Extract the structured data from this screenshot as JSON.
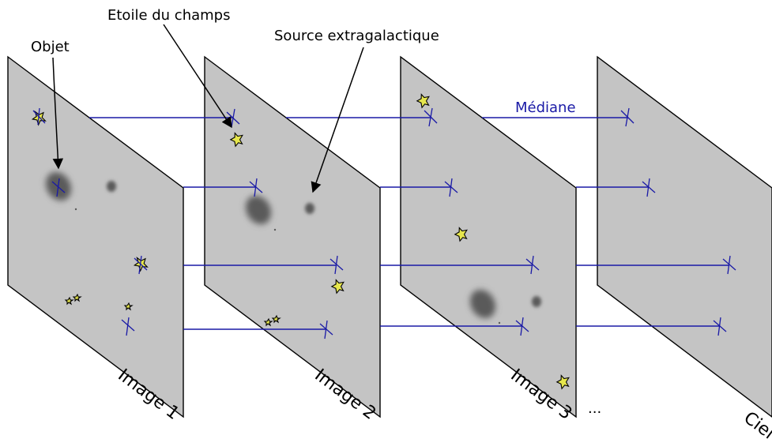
{
  "annotations": {
    "objet": "Objet",
    "etoile": "Etoile du champs",
    "source": "Source extragalactique",
    "mediane": "Médiane"
  },
  "plates": [
    {
      "label": "Image 1"
    },
    {
      "label": "Image 2"
    },
    {
      "label": "Image 3"
    },
    {
      "label": "Ciel"
    }
  ],
  "ellipsis": "...",
  "colors": {
    "plate_fill": "#c4c4c4",
    "line_blue": "#1a1aa6",
    "star_yellow": "#e6e64d",
    "galaxy_gray": "#5a5a5a"
  }
}
